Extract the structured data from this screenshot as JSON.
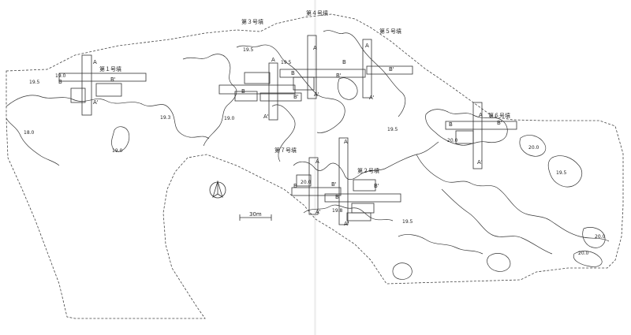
{
  "mounds": [
    {
      "key": "m1",
      "label": "第１号墳"
    },
    {
      "key": "m2",
      "label": "第２号墳"
    },
    {
      "key": "m3",
      "label": "第３号墳"
    },
    {
      "key": "m4",
      "label": "第４号墳"
    },
    {
      "key": "m5",
      "label": "第５号墳"
    },
    {
      "key": "m6",
      "label": "第６号墳"
    },
    {
      "key": "m7",
      "label": "第７号墳"
    }
  ],
  "contour_labels": {
    "c1": "19.5",
    "c2": "19.0",
    "c3": "19.3",
    "c4": "18.0",
    "c5": "19.0",
    "c6": "19.5",
    "c7": "19.5",
    "c8": "19.0",
    "c9": "19.5",
    "c10": "20.0",
    "c11": "20.0",
    "c12": "20.0",
    "c13": "19.5",
    "c14": "19.5",
    "c15": "20.0",
    "c16": "20.0",
    "c17": "19.8"
  },
  "section_letters": {
    "a": "A",
    "a_prime": "A'",
    "b": "B",
    "b_prime": "B'"
  },
  "scale_bar": {
    "label": "30m"
  },
  "north_arrow": {
    "icon": "north-arrow-icon"
  }
}
